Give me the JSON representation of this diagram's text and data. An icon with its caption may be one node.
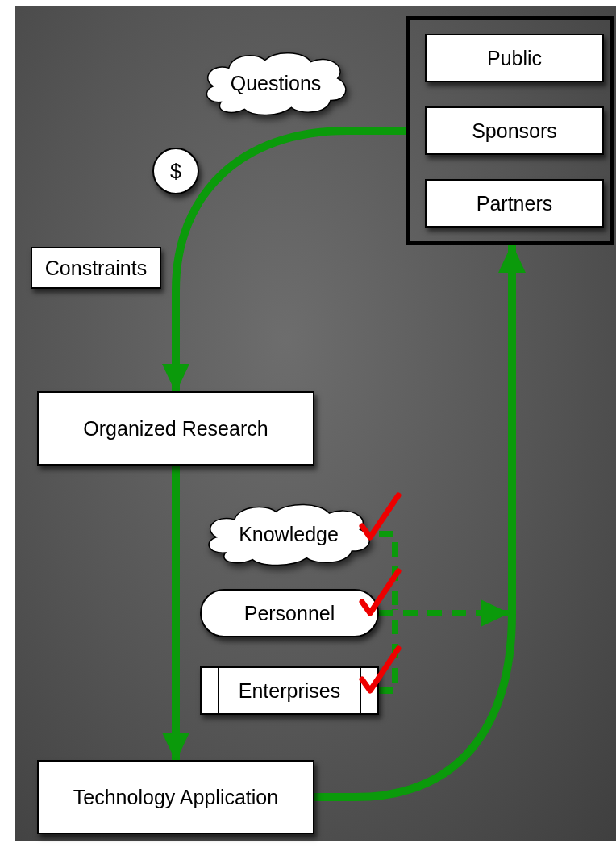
{
  "diagram": {
    "nodes": [
      {
        "text": [],
        "shape": "box"
      },
      {
        "text": [
          "Public"
        ],
        "in": 0
      },
      {
        "text": [
          "Sponsors"
        ],
        "in": 0
      },
      {
        "text": [
          "Partners"
        ],
        "in": 0
      },
      {
        "text": [
          "Questions"
        ]
      },
      {
        "text": [
          "$"
        ]
      },
      {
        "text": [
          "Constraints"
        ]
      },
      {
        "text": [
          "Organized Research"
        ]
      },
      {
        "text": [
          "Knowledge"
        ]
      },
      {
        "text": [
          "Personnel"
        ]
      },
      {
        "text": [
          "Enterprises"
        ]
      },
      {
        "text": [
          "Technology Application"
        ]
      }
    ],
    "edges": [
      {
        "from": 0,
        "to": 7,
        "arrow": "to"
      },
      {
        "from": 7,
        "to": 11,
        "arrow": "to"
      },
      {
        "from": 11,
        "to": 0,
        "arrow": "to"
      },
      {
        "from": 8,
        "to": null,
        "arrow": "to",
        "style": "dashed"
      },
      {
        "from": 9,
        "to": null,
        "arrow": "to",
        "style": "dashed"
      },
      {
        "from": 10,
        "to": null,
        "arrow": "to",
        "style": "dashed"
      }
    ]
  }
}
